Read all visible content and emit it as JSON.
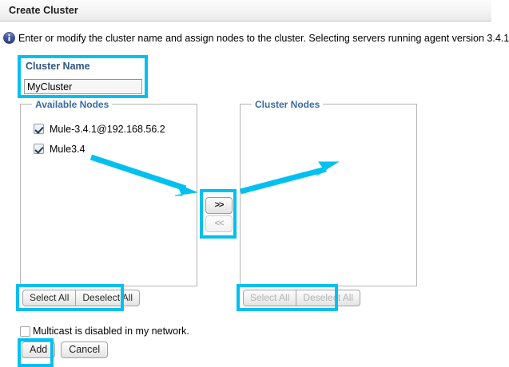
{
  "window": {
    "title": "Create Cluster"
  },
  "info": {
    "icon": "info-circle-icon",
    "text": "Enter or modify the cluster name and assign nodes to the cluster. Selecting servers running agent version 3.4.1"
  },
  "cluster_name": {
    "label": "Cluster Name",
    "value": "MyCluster",
    "placeholder": ""
  },
  "available_nodes": {
    "legend": "Available Nodes",
    "items": [
      {
        "label": "Mule-3.4.1@192.168.56.2",
        "checked": true
      },
      {
        "label": "Mule3.4",
        "checked": true
      }
    ],
    "select_all_label": "Select All",
    "deselect_all_label": "Deselect All",
    "buttons_enabled": true
  },
  "cluster_nodes": {
    "legend": "Cluster Nodes",
    "items": [],
    "select_all_label": "Select All",
    "deselect_all_label": "Deselect All",
    "buttons_enabled": false
  },
  "transfer": {
    "add_label": ">>",
    "remove_label": "<<",
    "add_enabled": true,
    "remove_enabled": false
  },
  "multicast": {
    "label": "Multicast is disabled in my network.",
    "checked": false
  },
  "actions": {
    "add_label": "Add",
    "cancel_label": "Cancel"
  },
  "annotations": {
    "highlight_color": "#00c0f0",
    "boxes": [
      "cluster-name",
      "transfer-buttons",
      "left-select-all",
      "right-select-all",
      "add-button"
    ],
    "arrows": 2
  }
}
